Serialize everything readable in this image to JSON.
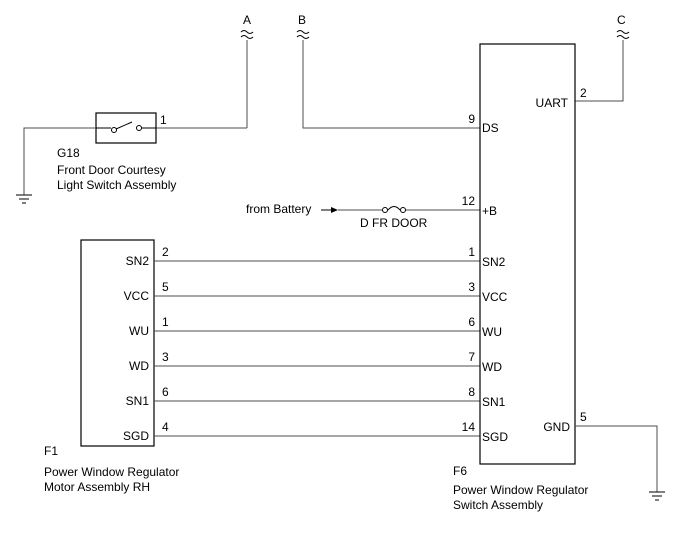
{
  "connectors_top": {
    "a": "A",
    "b": "B",
    "c": "C"
  },
  "g18": {
    "code": "G18",
    "name_line1": "Front Door Courtesy",
    "name_line2": "Light Switch Assembly",
    "pin": "1"
  },
  "f1": {
    "code": "F1",
    "name_line1": "Power Window Regulator",
    "name_line2": "Motor Assembly RH",
    "pins": [
      {
        "label": "SN2",
        "num": "2"
      },
      {
        "label": "VCC",
        "num": "5"
      },
      {
        "label": "WU",
        "num": "1"
      },
      {
        "label": "WD",
        "num": "3"
      },
      {
        "label": "SN1",
        "num": "6"
      },
      {
        "label": "SGD",
        "num": "4"
      }
    ]
  },
  "f6": {
    "code": "F6",
    "name_line1": "Power Window Regulator",
    "name_line2": "Switch Assembly",
    "left_pins": [
      {
        "label": "DS",
        "num": "9"
      },
      {
        "label": "+B",
        "num": "12"
      },
      {
        "label": "SN2",
        "num": "1"
      },
      {
        "label": "VCC",
        "num": "3"
      },
      {
        "label": "WU",
        "num": "6"
      },
      {
        "label": "WD",
        "num": "7"
      },
      {
        "label": "SN1",
        "num": "8"
      },
      {
        "label": "SGD",
        "num": "14"
      }
    ],
    "right_pins": [
      {
        "label": "UART",
        "num": "2"
      },
      {
        "label": "GND",
        "num": "5"
      }
    ]
  },
  "battery": {
    "label": "from Battery",
    "fuse": "D FR DOOR"
  }
}
